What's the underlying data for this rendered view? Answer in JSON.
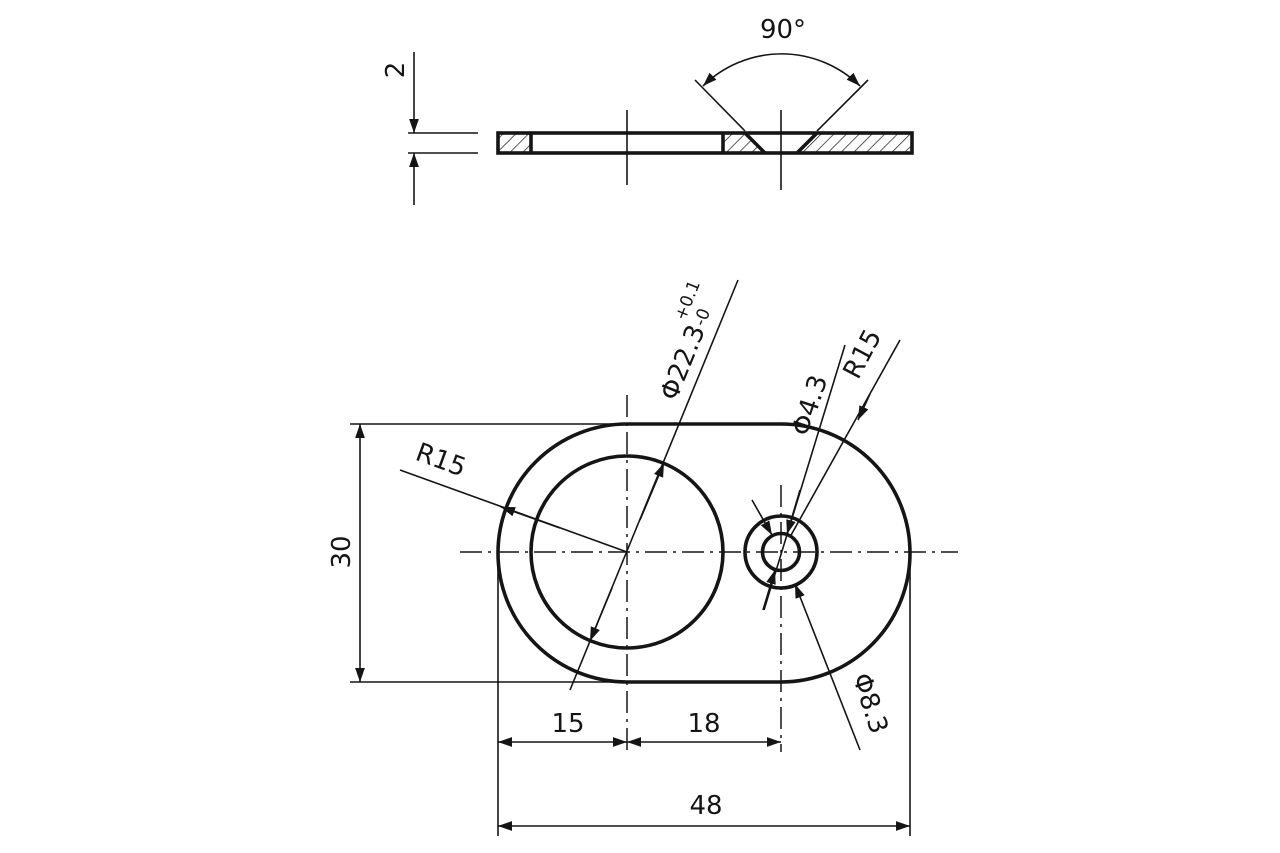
{
  "drawing": {
    "side_view": {
      "thickness_label": "2",
      "countersink_angle_label": "90°"
    },
    "plan_view": {
      "height_label": "30",
      "overall_width_label": "48",
      "left_offset_label": "15",
      "hole_spacing_label": "18",
      "left_radius_label": "R15",
      "right_radius_label": "R15",
      "large_hole_label": "Φ22.3",
      "large_hole_tol_upper": "+0.1",
      "large_hole_tol_lower": "-0",
      "small_hole_label": "Φ4.3",
      "countersink_dia_label": "Φ8.3"
    }
  }
}
